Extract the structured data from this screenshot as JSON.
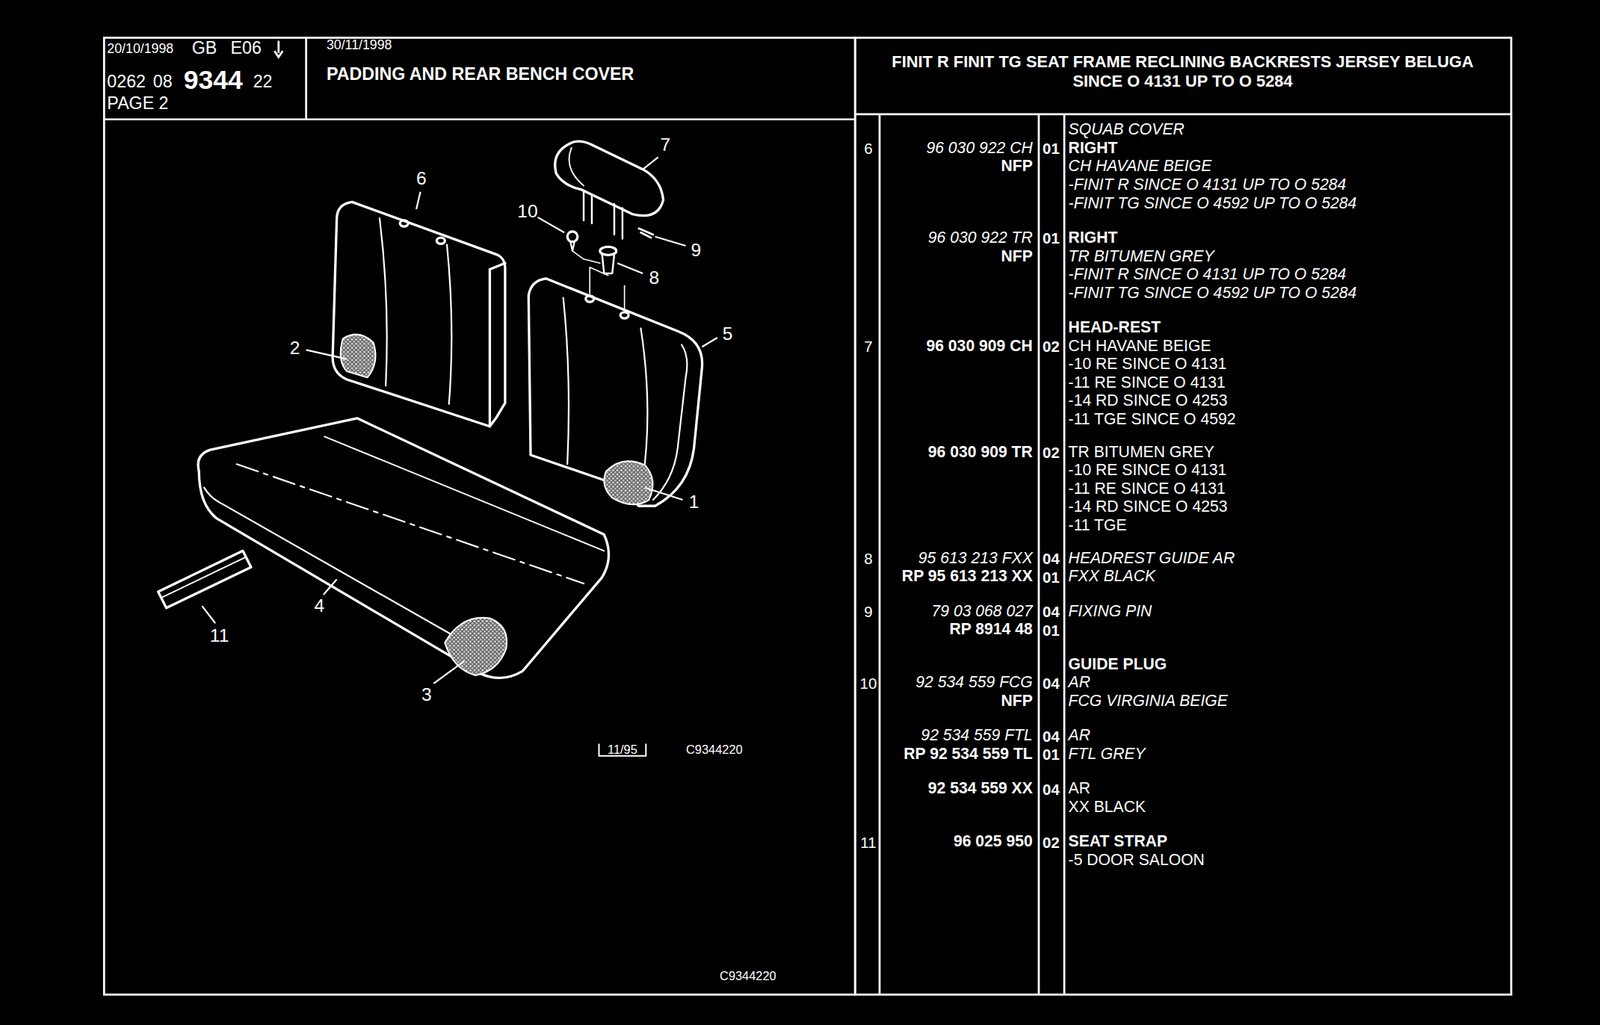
{
  "diagram": {
    "title": "PADDING AND REAR BENCH COVER",
    "labels": [
      "20/10/1998",
      "GB",
      "E06",
      "0262",
      "08",
      "9344",
      "22",
      "PAGE 2",
      "30/11/1998",
      "FINIT R FINIT TG SEAT FRAME RECLINING BACKRESTS JERSEY BELUGA",
      "SINCE O 4131 UP TO O 5284",
      "7",
      "6",
      "10",
      "9",
      "8",
      "5",
      "2",
      "1",
      "11",
      "4",
      "3",
      "11/95",
      "C9344220",
      "C9344220",
      "SQUAB COVER",
      "6",
      "96 030 922 CH",
      "01",
      "RIGHT",
      "NFP",
      "CH HAVANE BEIGE",
      "-FINIT R SINCE O 4131 UP TO O 5284",
      "-FINIT TG SINCE O 4592 UP TO O 5284",
      "96 030 922 TR",
      "01",
      "RIGHT",
      "NFP",
      "TR BITUMEN GREY",
      "-FINIT R SINCE O 4131 UP TO O 5284",
      "-FINIT TG SINCE O 4592 UP TO O 5284",
      "HEAD-REST",
      "7",
      "96 030 909 CH",
      "02",
      "CH HAVANE BEIGE",
      "-10 RE SINCE O 4131",
      "-11 RE SINCE O 4131",
      "-14 RD SINCE O 4253",
      "-11 TGE SINCE O 4592",
      "96 030 909 TR",
      "02",
      "TR BITUMEN GREY",
      "-10 RE SINCE O 4131",
      "-11 RE SINCE O 4131",
      "-14 RD SINCE O 4253",
      "-11 TGE",
      "8",
      "95 613 213 FXX",
      "04",
      "HEADREST GUIDE AR",
      "RP 95 613 213 XX",
      "01",
      "FXX BLACK",
      "9",
      "79 03 068 027",
      "04",
      "FIXING PIN",
      "RP 8914 48",
      "01",
      "GUIDE PLUG",
      "10",
      "92 534 559 FCG",
      "04",
      "AR",
      "NFP",
      "FCG VIRGINIA BEIGE",
      "92 534 559 FTL",
      "04",
      "AR",
      "RP 92 534 559 TL",
      "01",
      "FTL GREY",
      "92 534 559 XX",
      "04",
      "AR",
      "XX BLACK",
      "11",
      "96 025 950",
      "02",
      "SEAT STRAP",
      "-5 DOOR SALOON"
    ]
  }
}
